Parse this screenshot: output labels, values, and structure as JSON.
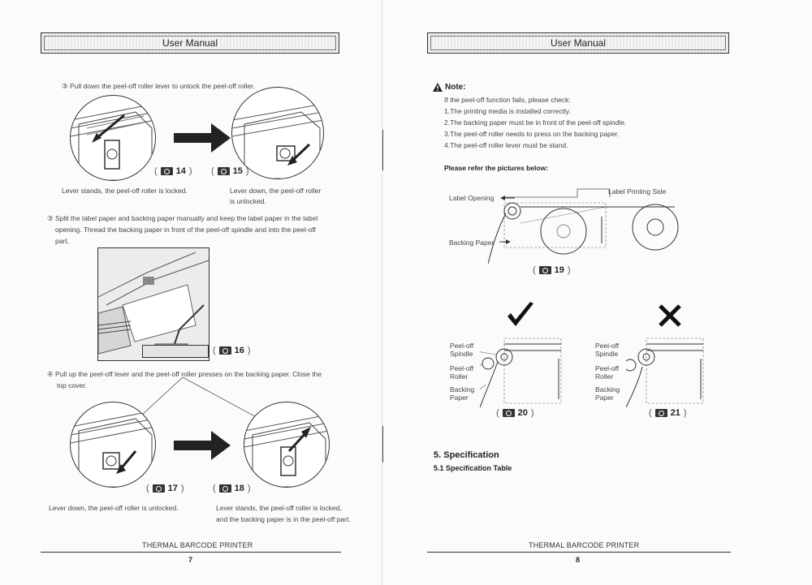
{
  "left_page": {
    "header": "User Manual",
    "step2": "③ Pull down the peel-off roller lever to unlock the peel-off roller.",
    "fig14": "14",
    "fig15": "15",
    "caption14": "Lever stands, the peel-off roller is locked.",
    "caption15_line1": "Lever down, the peel-off roller",
    "caption15_line2": "is unlocked.",
    "step3_line1": "③ Split the label paper and backing paper manually and keep the label paper in the label",
    "step3_line2": "opening. Thread the backing paper in front of the peel-off spindle and into the peel-off",
    "step3_line3": "part.",
    "fig16": "16",
    "step4_line1": "④ Pull up the peel-off lever and the peel-off roller presses on the backing paper. Close the",
    "step4_line2": "top cover.",
    "fig17": "17",
    "fig18": "18",
    "caption17": "Lever down, the peel-off roller is unlocked.",
    "caption18_line1": "Lever stands, the peel-off roller is locked,",
    "caption18_line2": "and the backing paper is in the peel-off part.",
    "footer": "THERMAL BARCODE PRINTER",
    "page_number": "7"
  },
  "right_page": {
    "header": "User Manual",
    "note_title": "Note:",
    "note_intro": "If the peel-off function fails, please check:",
    "note_items": [
      "1.The printing media is installed correctly.",
      "2.The backing paper must be in front of the peel-off spindle.",
      "3.The peel-off roller needs to press on the backing paper.",
      "4.The peel-off roller lever must be stand."
    ],
    "refer": "Please refer the pictures below:",
    "diagram19": {
      "label_opening": "Label Opening",
      "label_printing_side": "Label Printing Side",
      "backing_paper": "Backing Paper",
      "fig": "19"
    },
    "diagram20": {
      "spindle_1": "Peel-off",
      "spindle_2": "Spindle",
      "roller_1": "Peel-off",
      "roller_2": "Roller",
      "backing_1": "Backing",
      "backing_2": "Paper",
      "fig": "20"
    },
    "diagram21": {
      "spindle_1": "Peel-off",
      "spindle_2": "Spindle",
      "roller_1": "Peel-off",
      "roller_2": "Roller",
      "backing_1": "Backing",
      "backing_2": "Paper",
      "fig": "21"
    },
    "spec_title": "5. Specification",
    "spec_sub": "5.1 Specification Table",
    "footer": "THERMAL BARCODE PRINTER",
    "page_number": "8"
  },
  "icons": {
    "warning": "warning-triangle-icon",
    "correct": "checkmark-icon",
    "wrong": "cross-icon",
    "figure": "camera-icon"
  }
}
